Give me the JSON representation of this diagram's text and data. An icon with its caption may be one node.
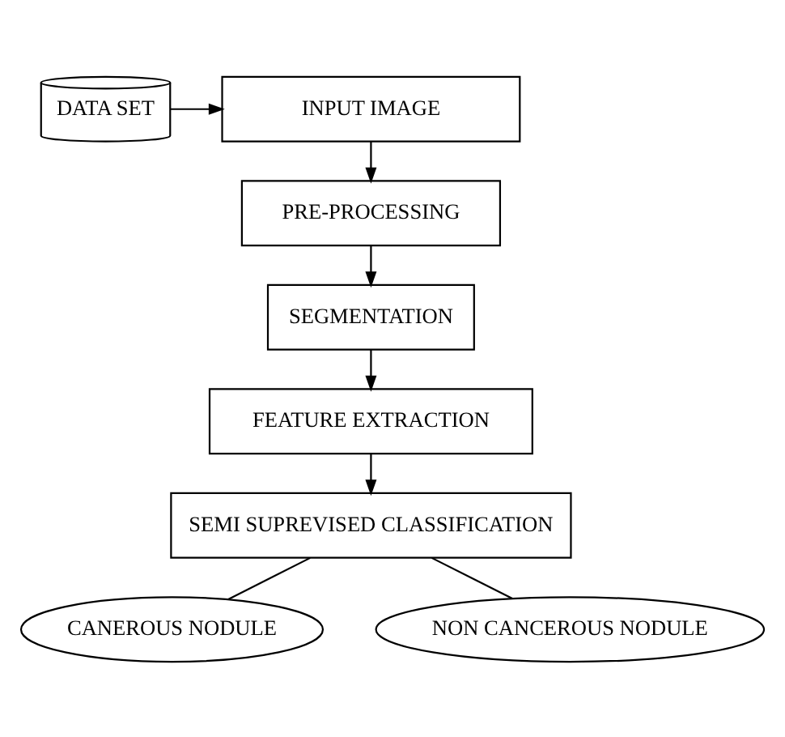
{
  "diagram": {
    "nodes": [
      {
        "text": [
          "DATA SET"
        ]
      },
      {
        "text": [
          "INPUT IMAGE"
        ]
      },
      {
        "text": [
          "PRE-PROCESSING"
        ]
      },
      {
        "text": [
          "SEGMENTATION"
        ]
      },
      {
        "text": [
          "FEATURE EXTRACTION"
        ]
      },
      {
        "text": [
          "SEMI SUPREVISED CLASSIFICATION"
        ]
      },
      {
        "text": [
          "CANEROUS NODULE"
        ]
      },
      {
        "text": [
          "NON CANCEROUS NODULE"
        ]
      }
    ],
    "edges": [
      {
        "from": 0,
        "to": 1,
        "arrow": "to"
      },
      {
        "from": 1,
        "to": 2,
        "arrow": "to"
      },
      {
        "from": 2,
        "to": 3,
        "arrow": "to"
      },
      {
        "from": 3,
        "to": 4,
        "arrow": "to"
      },
      {
        "from": 4,
        "to": 5,
        "arrow": "to"
      },
      {
        "from": 5,
        "to": 6,
        "arrow": "none"
      },
      {
        "from": 5,
        "to": 7,
        "arrow": "none"
      }
    ]
  }
}
